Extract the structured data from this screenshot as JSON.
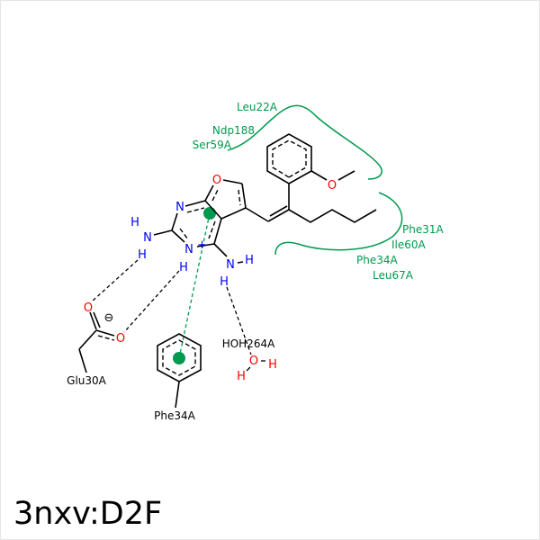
{
  "title": "3nxv:D2F",
  "colors": {
    "interaction": "#009a4e",
    "nitrogen": "#0000ff",
    "oxygen": "#ff0000",
    "bond": "#000000"
  },
  "hydrophobic_residues": {
    "group1": [
      "Leu22A",
      "Ndp188",
      "Ser59A"
    ],
    "group2": [
      "Phe31A",
      "Ile60A",
      "Phe34A",
      "Leu67A"
    ]
  },
  "residues": {
    "glu": "Glu30A",
    "phe": "Phe34A",
    "water": "HOH264A"
  },
  "atoms": {
    "N": "N",
    "O": "O",
    "H": "H",
    "charge_plus": "+",
    "charge_minus": "⊖"
  }
}
